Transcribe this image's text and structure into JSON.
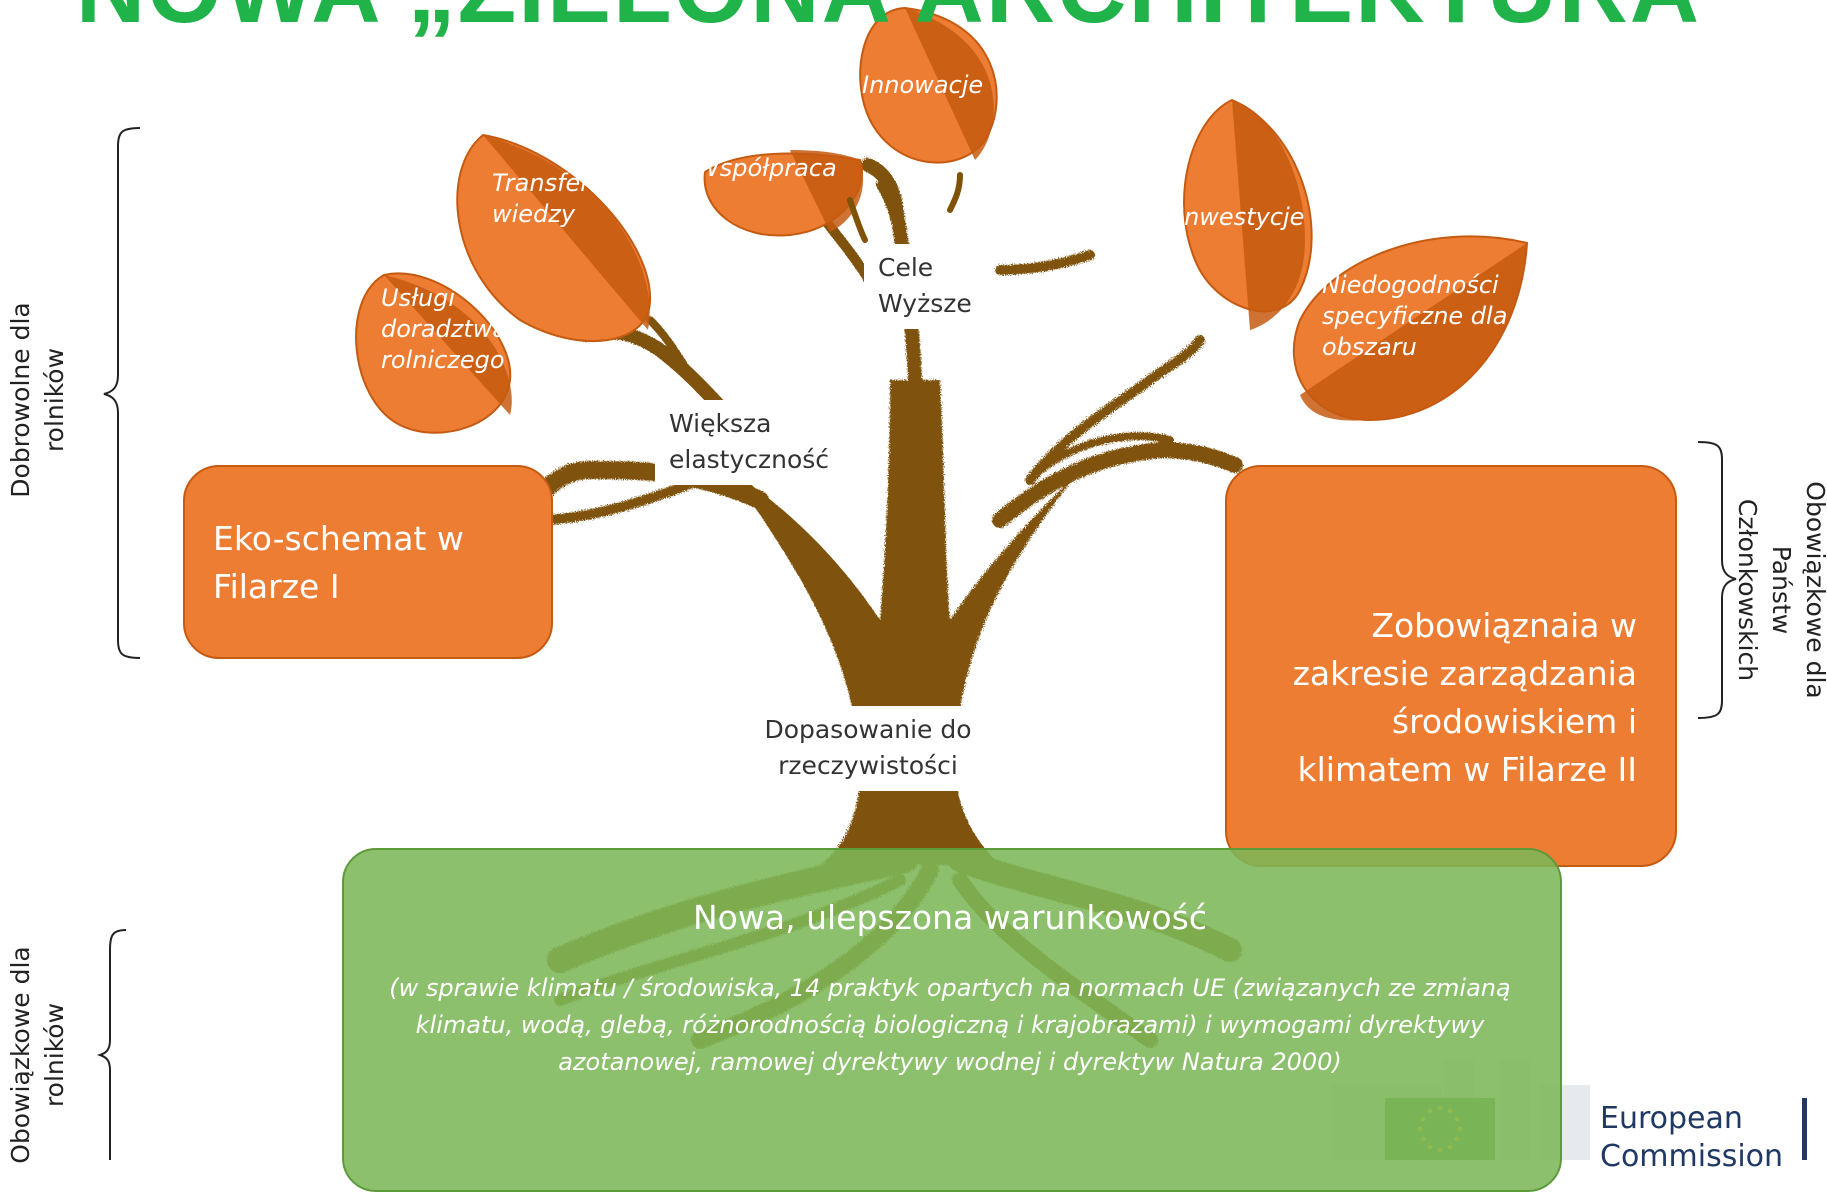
{
  "title": "NOWA „ZIELONA ARCHITEKTURA”",
  "leaves": [
    {
      "id": "uslugi",
      "label": "Usługi doradztwa rolniczego"
    },
    {
      "id": "transfer",
      "label": "Transfer wiedzy"
    },
    {
      "id": "wspolpraca",
      "label": "Współpraca"
    },
    {
      "id": "innowacje",
      "label": "Innowacje"
    },
    {
      "id": "inwestycje",
      "label": "Inwestycje"
    },
    {
      "id": "niedogodnosci",
      "label": "Niedogodności specyficzne dla obszaru"
    }
  ],
  "tree_labels": {
    "cele": "Cele Wyższe",
    "elastycznosc": "Większa elastyczność",
    "dopasowanie": "Dopasowanie do rzeczywistości"
  },
  "boxes": {
    "eko": "Eko-schemat w Filarze I",
    "zobowiazania": "Zobowiąznaia w zakresie zarządzania środowiskiem i klimatem w Filarze II"
  },
  "conditionality": {
    "title": "Nowa, ulepszona warunkowość",
    "subtitle": "(w sprawie klimatu / środowiska, 14 praktyk opartych na normach UE (związanych ze zmianą klimatu, wodą, glebą, różnorodnością biologiczną i krajobrazami) i wymogami dyrektywy azotanowej, ramowej dyrektywy wodnej i dyrektyw Natura 2000)"
  },
  "brackets": {
    "voluntary_farmers": "Dobrowolne dla rolników",
    "mandatory_member_states": "Obowiązkowe dla Państw Członkowskich",
    "mandatory_farmers": "Obowiązkowe dla rolników"
  },
  "logo": {
    "line1": "European",
    "line2": "Commission"
  },
  "colors": {
    "title": "#1fb34a",
    "leaf_light": "#ec7d33",
    "leaf_dark": "#c55a11",
    "trunk": "#7f5208",
    "green_box": "#7db758",
    "ec_blue": "#1f3864"
  }
}
